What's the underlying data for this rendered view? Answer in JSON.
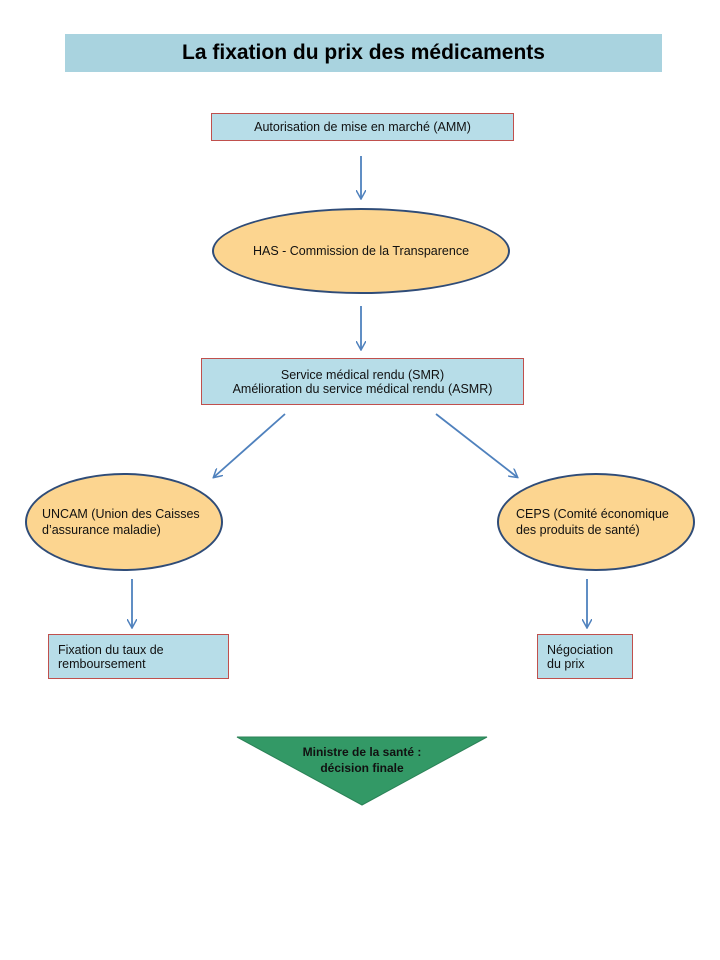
{
  "title": "La fixation du prix des médicaments",
  "nodes": {
    "amm": "Autorisation de mise en marché (AMM)",
    "has": "HAS - Commission de la Transparence",
    "smr_line1": "Service médical rendu (SMR)",
    "smr_line2": "Amélioration du service médical rendu (ASMR)",
    "uncam_line1": "UNCAM (Union des Caisses",
    "uncam_line2": "d’assurance maladie)",
    "ceps_line1": "CEPS (Comité économique",
    "ceps_line2": "des produits de santé)",
    "fixation_line1": "Fixation du taux de",
    "fixation_line2": "remboursement",
    "negociation_line1": "Négociation",
    "negociation_line2": "du prix",
    "ministre_line1": "Ministre de la santé :",
    "ministre_line2": "décision finale"
  },
  "colors": {
    "title_bg": "#a9d3df",
    "box_bg": "#b7dde8",
    "box_border": "#c0504d",
    "ellipse_bg": "#fcd590",
    "ellipse_border": "#2f4c78",
    "arrow": "#4f81bd",
    "triangle": "#339966"
  }
}
